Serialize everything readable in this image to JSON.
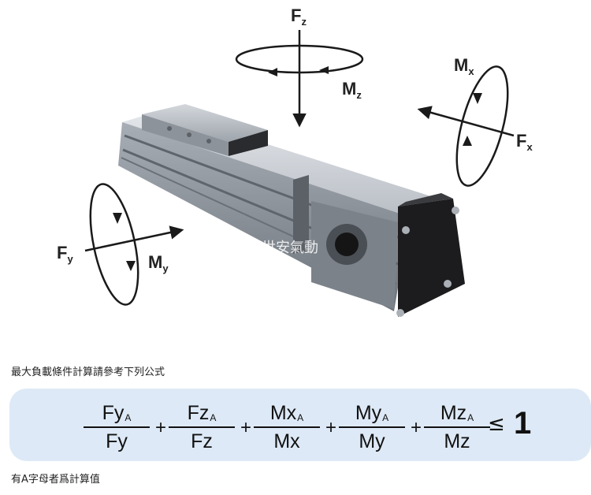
{
  "labels": {
    "fz": {
      "main": "F",
      "sub": "z"
    },
    "mz": {
      "main": "M",
      "sub": "z"
    },
    "mx": {
      "main": "M",
      "sub": "x"
    },
    "fx": {
      "main": "F",
      "sub": "x"
    },
    "fy": {
      "main": "F",
      "sub": "y"
    },
    "my": {
      "main": "M",
      "sub": "y"
    }
  },
  "watermark": "世安氣動",
  "caption_top": "最大負載條件計算請參考下列公式",
  "caption_bottom": "有A字母者爲計算值",
  "formula": {
    "terms": [
      {
        "num": "Fy",
        "sub": "A",
        "den": "Fy"
      },
      {
        "num": "Fz",
        "sub": "A",
        "den": "Fz"
      },
      {
        "num": "Mx",
        "sub": "A",
        "den": "Mx"
      },
      {
        "num": "My",
        "sub": "A",
        "den": "My"
      },
      {
        "num": "Mz",
        "sub": "A",
        "den": "Mz"
      }
    ],
    "plus": "+",
    "relation": "≤",
    "limit": "1"
  },
  "colors": {
    "formula_background": "#dde9f6",
    "actuator_body": "#9aa0a8",
    "end_cap": "#1c1c1e"
  }
}
